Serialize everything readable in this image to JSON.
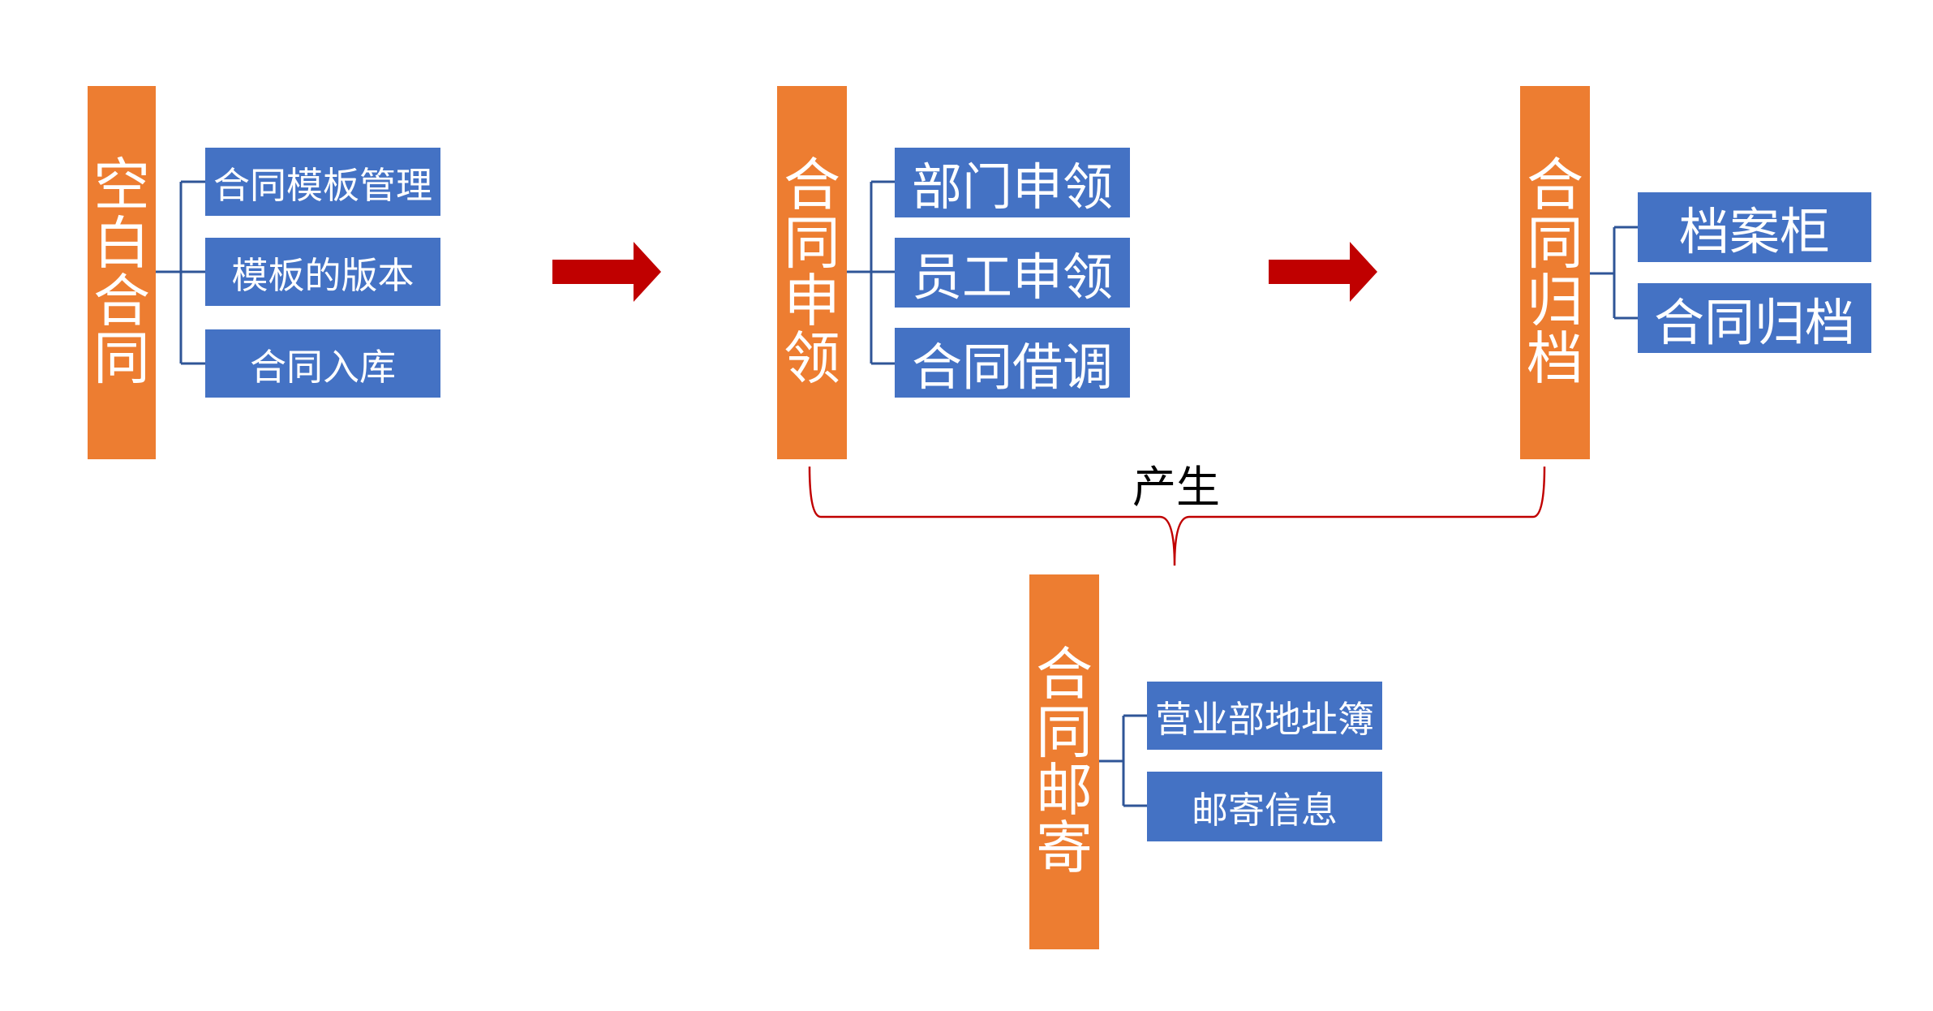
{
  "colors": {
    "category": "#ED7D31",
    "item": "#4472C4",
    "arrow": "#C00000",
    "connector": "#2F5597",
    "bracket": "#C00000"
  },
  "groups": {
    "blank_contract": {
      "title": "空白合同",
      "items": [
        "合同模板管理",
        "模板的版本",
        "合同入库"
      ]
    },
    "contract_apply": {
      "title": "合同申领",
      "items": [
        "部门申领",
        "员工申领",
        "合同借调"
      ]
    },
    "contract_archive": {
      "title": "合同归档",
      "items": [
        "档案柜",
        "合同归档"
      ]
    },
    "contract_mail": {
      "title": "合同邮寄",
      "items": [
        "营业部地址簿",
        "邮寄信息"
      ]
    }
  },
  "bracket": {
    "label": "产生"
  }
}
